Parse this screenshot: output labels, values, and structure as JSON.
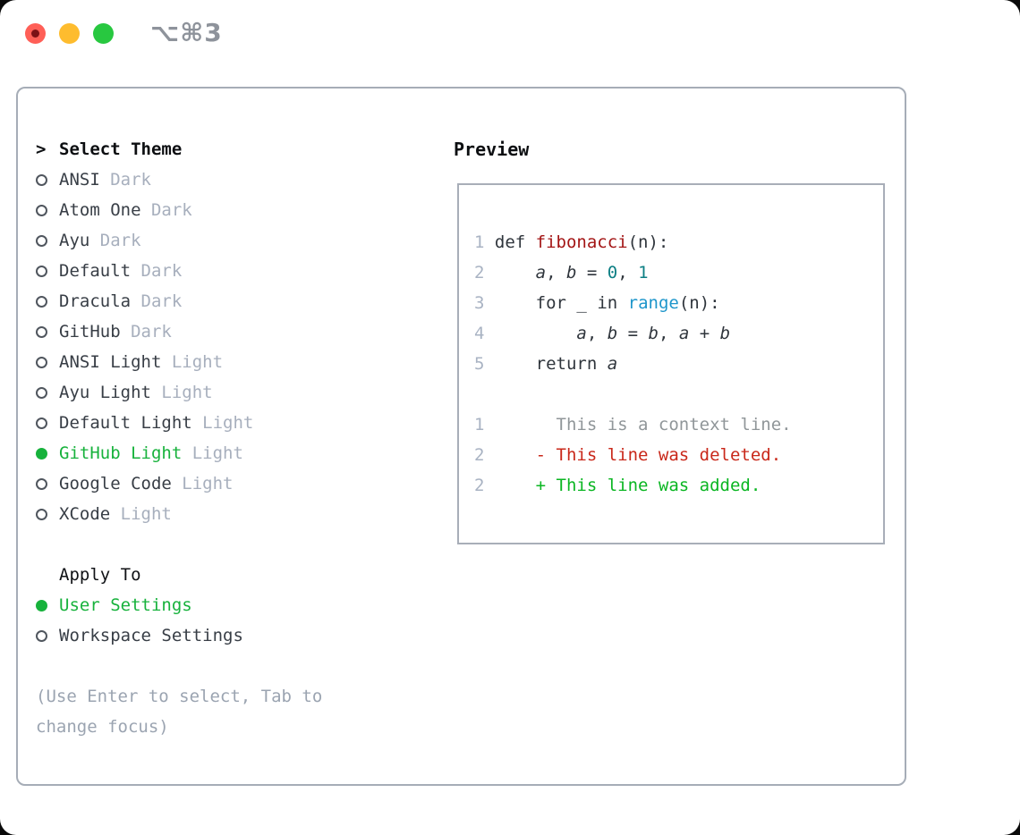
{
  "titlebar": {
    "shortcut": "⌥⌘3"
  },
  "theme_picker": {
    "title": "Select Theme",
    "prompt_char": ">",
    "items": [
      {
        "name": "ANSI",
        "variant": "Dark",
        "selected": false
      },
      {
        "name": "Atom One",
        "variant": "Dark",
        "selected": false
      },
      {
        "name": "Ayu",
        "variant": "Dark",
        "selected": false
      },
      {
        "name": "Default",
        "variant": "Dark",
        "selected": false
      },
      {
        "name": "Dracula",
        "variant": "Dark",
        "selected": false
      },
      {
        "name": "GitHub",
        "variant": "Dark",
        "selected": false
      },
      {
        "name": "ANSI Light",
        "variant": "Light",
        "selected": false
      },
      {
        "name": "Ayu Light",
        "variant": "Light",
        "selected": false
      },
      {
        "name": "Default Light",
        "variant": "Light",
        "selected": false
      },
      {
        "name": "GitHub Light",
        "variant": "Light",
        "selected": true
      },
      {
        "name": "Google Code",
        "variant": "Light",
        "selected": false
      },
      {
        "name": "XCode",
        "variant": "Light",
        "selected": false
      }
    ],
    "apply_to": {
      "title": "Apply To",
      "options": [
        {
          "label": "User Settings",
          "selected": true
        },
        {
          "label": "Workspace Settings",
          "selected": false
        }
      ]
    },
    "hint_lines": [
      "(Use Enter to select, Tab to",
      "change focus)"
    ]
  },
  "preview": {
    "title": "Preview",
    "code_lines": [
      {
        "num": "1",
        "tokens": [
          [
            "def ",
            "kw"
          ],
          [
            "fibonacci",
            "fn"
          ],
          [
            "(n):",
            "p"
          ]
        ]
      },
      {
        "num": "2",
        "tokens": [
          [
            "    ",
            "p"
          ],
          [
            "a",
            "var"
          ],
          [
            ", ",
            "p"
          ],
          [
            "b",
            "var"
          ],
          [
            " = ",
            "p"
          ],
          [
            "0",
            "num"
          ],
          [
            ", ",
            "p"
          ],
          [
            "1",
            "num"
          ]
        ]
      },
      {
        "num": "3",
        "tokens": [
          [
            "    ",
            "p"
          ],
          [
            "for",
            "kw"
          ],
          [
            " _ ",
            "p"
          ],
          [
            "in",
            "kw"
          ],
          [
            " ",
            "p"
          ],
          [
            "range",
            "builtin"
          ],
          [
            "(n):",
            "p"
          ]
        ]
      },
      {
        "num": "4",
        "tokens": [
          [
            "        ",
            "p"
          ],
          [
            "a",
            "var"
          ],
          [
            ", ",
            "p"
          ],
          [
            "b",
            "var"
          ],
          [
            " = ",
            "p"
          ],
          [
            "b",
            "var"
          ],
          [
            ", ",
            "p"
          ],
          [
            "a",
            "var"
          ],
          [
            " + ",
            "p"
          ],
          [
            "b",
            "var"
          ]
        ]
      },
      {
        "num": "5",
        "tokens": [
          [
            "    ",
            "p"
          ],
          [
            "return",
            "kw"
          ],
          [
            " ",
            "p"
          ],
          [
            "a",
            "var"
          ]
        ]
      },
      {
        "num": "",
        "tokens": []
      },
      {
        "num": "1",
        "tokens": [
          [
            "      This is a context line.",
            "ctx"
          ]
        ]
      },
      {
        "num": "2",
        "tokens": [
          [
            "    - This line was deleted.",
            "del"
          ]
        ]
      },
      {
        "num": "2",
        "tokens": [
          [
            "    + This line was added.",
            "add"
          ]
        ]
      }
    ]
  },
  "colors": {
    "selection_green": "#17b23c",
    "added_green": "#0ab622",
    "deleted_red": "#c9281a",
    "function_red": "#a31515",
    "number_teal": "#0d7f84",
    "builtin_blue": "#1e96cb",
    "traffic_red": "#ff5f57",
    "traffic_yellow": "#febc2e",
    "traffic_green": "#28c840"
  }
}
